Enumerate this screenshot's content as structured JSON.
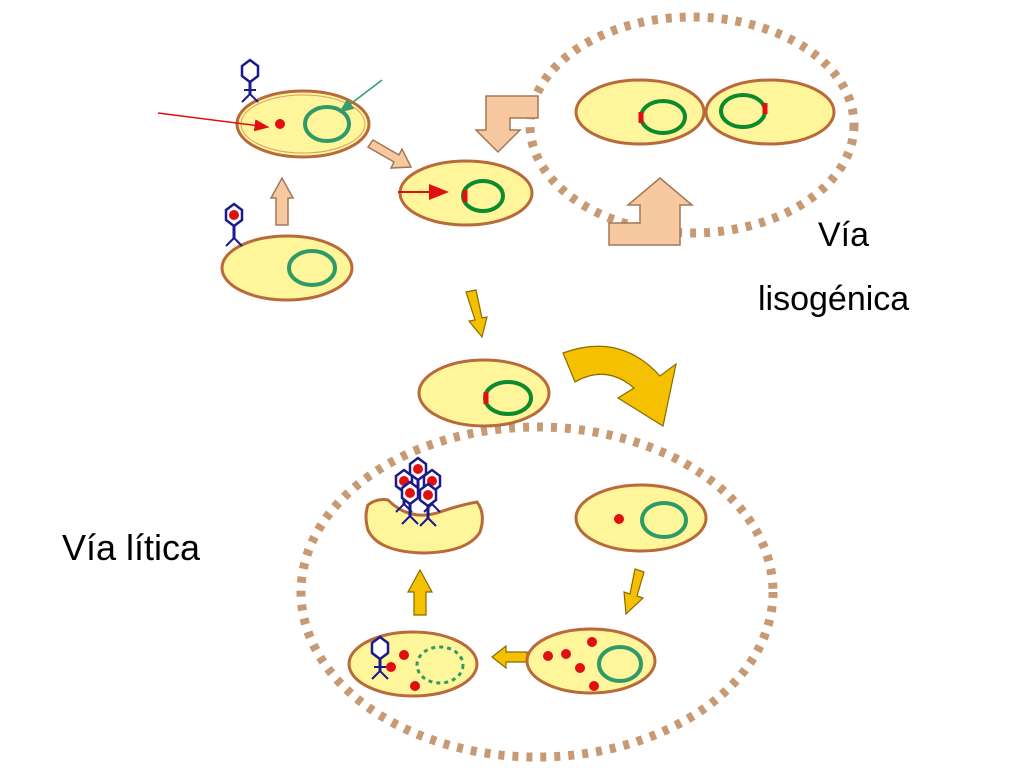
{
  "labels": {
    "lysogenic_line1": "Vía",
    "lysogenic_line2": "lisogénica",
    "lytic": "Vía lítica"
  },
  "colors": {
    "cell_fill": "#FFF59A",
    "cell_border": "#B86A3A",
    "dna_green": "#0E8A2E",
    "dna_teal": "#2E9A6A",
    "phage_blue": "#1A1A8C",
    "phage_red": "#E01010",
    "arrow_salmon": "#F8C8A0",
    "arrow_gold": "#F5C000",
    "dashed_ring": "#C89A74"
  }
}
